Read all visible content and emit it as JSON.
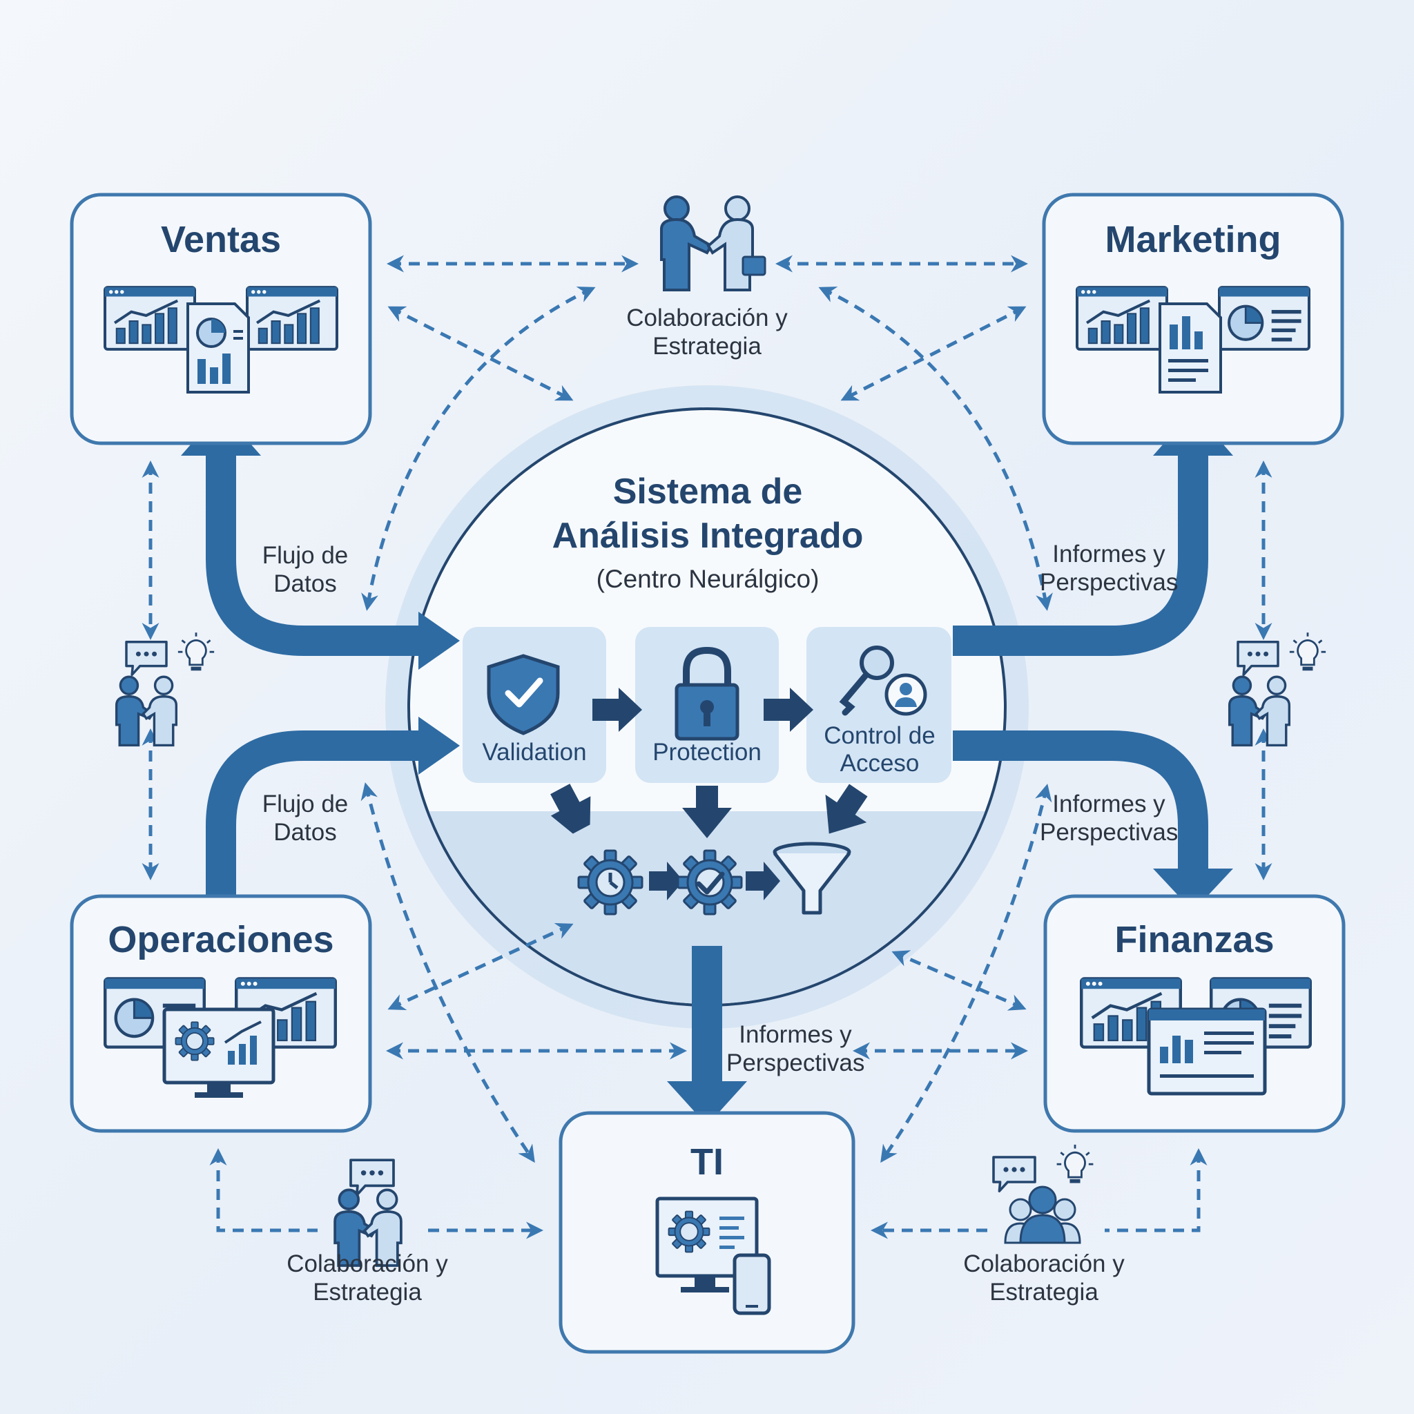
{
  "hub": {
    "title_line1": "Sistema de",
    "title_line2": "Análisis Integrado",
    "subtitle": "(Centro Neurálgico)",
    "steps": [
      {
        "label": "Validation",
        "icon": "shield-check-icon"
      },
      {
        "label": "Protection",
        "icon": "padlock-icon"
      },
      {
        "label": "Control de Acceso",
        "icon": "key-user-icon"
      }
    ],
    "process_icons": [
      "gear-clock-icon",
      "gear-check-icon",
      "funnel-icon"
    ]
  },
  "departments": {
    "ventas": {
      "name": "Ventas",
      "icon": "dashboard-charts-icon"
    },
    "marketing": {
      "name": "Marketing",
      "icon": "dashboard-charts-icon"
    },
    "operaciones": {
      "name": "Operaciones",
      "icon": "monitor-gear-icon"
    },
    "finanzas": {
      "name": "Finanzas",
      "icon": "dashboard-charts-icon"
    },
    "ti": {
      "name": "TI",
      "icon": "computer-mobile-icon"
    }
  },
  "flow_labels": {
    "flujo_datos": "Flujo de Datos",
    "informes": "Informes y Perspectivas",
    "colaboracion": "Colaboración y Estrategia"
  },
  "colors": {
    "primary": "#2e6ba3",
    "dark": "#24466e",
    "light_fill": "#dbe8f5",
    "hub_ring": "#cfe0f1",
    "box_border": "#3f78ad"
  }
}
